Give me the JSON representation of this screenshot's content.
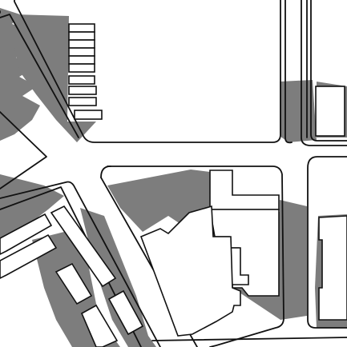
{
  "map": {
    "type": "shadow-study-plan",
    "background_color": "#ffffff",
    "shadow_color": "#7d7d7d",
    "line_color": "#111111",
    "blocks": [
      "north-block",
      "east-block",
      "central-block",
      "south-west-block"
    ],
    "labels": []
  }
}
